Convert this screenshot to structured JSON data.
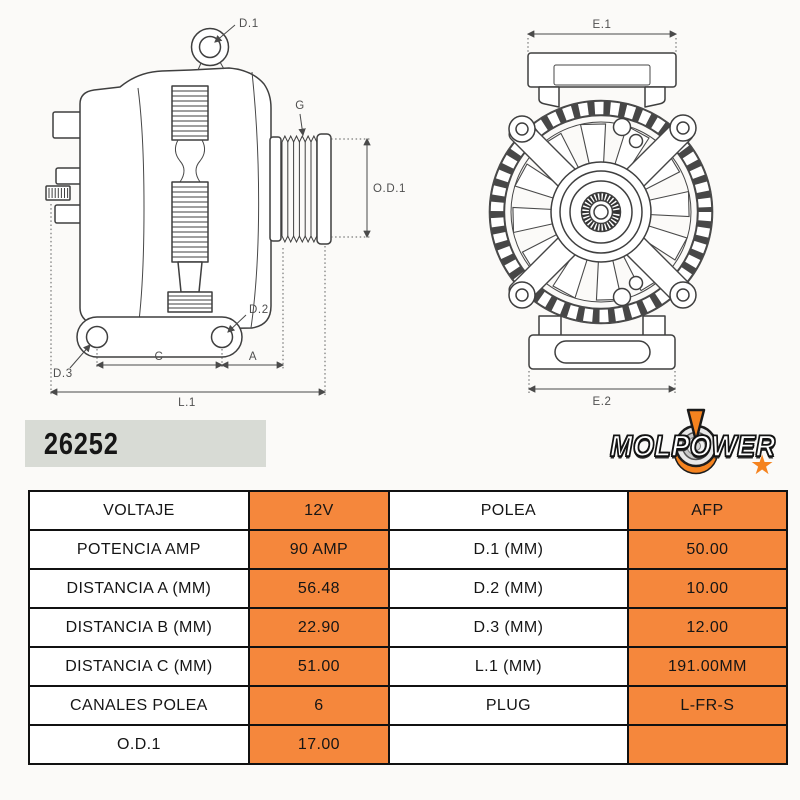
{
  "part_number": "26252",
  "logo": {
    "brand": "MOLPOWER",
    "star": "★"
  },
  "colors": {
    "accent_orange": "#f5873c",
    "table_border": "#111111",
    "partnumber_bg": "#d8dbd5",
    "logo_orange": "#f5831f"
  },
  "diagram": {
    "side": {
      "d1": "D.1",
      "g": "G",
      "od1": "O.D.1",
      "d2": "D.2",
      "d3": "D.3",
      "c": "C",
      "a": "A",
      "l1": "L.1"
    },
    "front": {
      "e1": "E.1",
      "e2": "E.2"
    }
  },
  "table": {
    "rows": [
      {
        "c0": "VOLTAJE",
        "c1": "12V",
        "c2": "POLEA",
        "c3": "AFP"
      },
      {
        "c0": "POTENCIA AMP",
        "c1": "90 AMP",
        "c2": "D.1 (MM)",
        "c3": "50.00"
      },
      {
        "c0": "DISTANCIA A (MM)",
        "c1": "56.48",
        "c2": "D.2 (MM)",
        "c3": "10.00"
      },
      {
        "c0": "DISTANCIA B (MM)",
        "c1": "22.90",
        "c2": "D.3 (MM)",
        "c3": "12.00"
      },
      {
        "c0": "DISTANCIA C (MM)",
        "c1": "51.00",
        "c2": "L.1 (MM)",
        "c3": "191.00MM"
      },
      {
        "c0": "CANALES POLEA",
        "c1": "6",
        "c2": "PLUG",
        "c3": "L-FR-S"
      },
      {
        "c0": "O.D.1",
        "c1": "17.00",
        "c2": "",
        "c3": ""
      }
    ]
  }
}
